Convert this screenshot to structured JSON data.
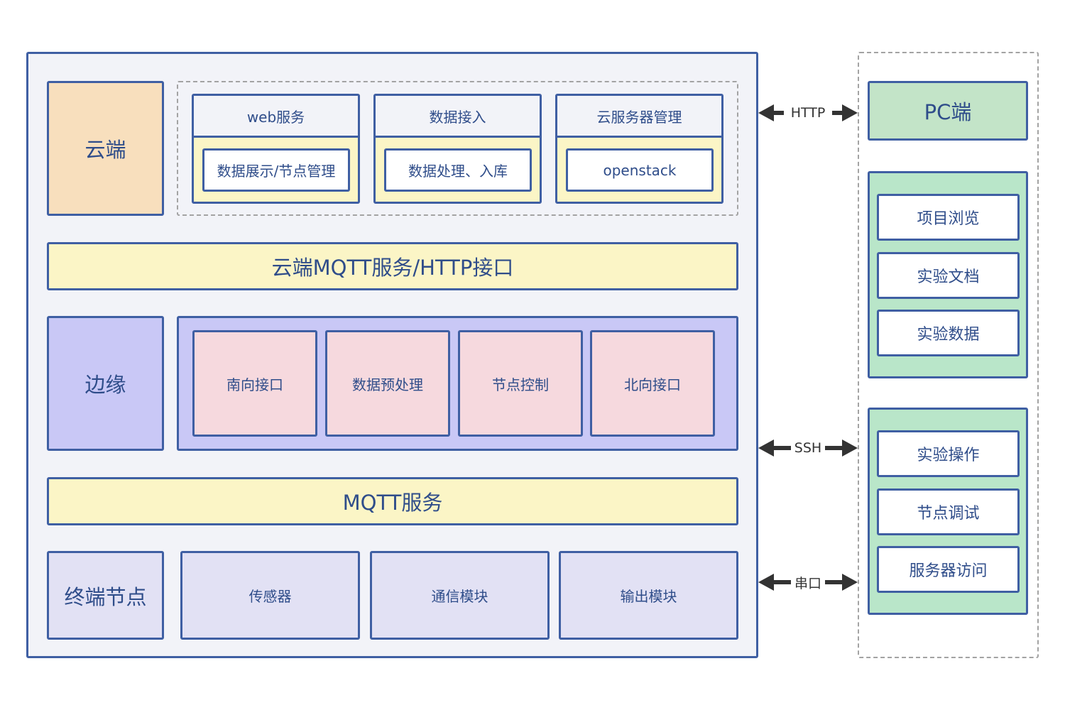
{
  "cloud": {
    "label": "云端",
    "modules": [
      {
        "title": "web服务",
        "item": "数据展示/节点管理"
      },
      {
        "title": "数据接入",
        "item": "数据处理、入库"
      },
      {
        "title": "云服务器管理",
        "item": "openstack"
      }
    ]
  },
  "cloud_bus": "云端MQTT服务/HTTP接口",
  "edge": {
    "label": "边缘",
    "items": [
      "南向接口",
      "数据预处理",
      "节点控制",
      "北向接口"
    ]
  },
  "mqtt_bus": "MQTT服务",
  "terminal": {
    "label": "终端节点",
    "items": [
      "传感器",
      "通信模块",
      "输出模块"
    ]
  },
  "links": {
    "http": "HTTP",
    "ssh": "SSH",
    "serial": "串口"
  },
  "pc": {
    "title": "PC端",
    "group1": [
      "项目浏览",
      "实验文档",
      "实验数据"
    ],
    "group2": [
      "实验操作",
      "节点调试",
      "服务器访问"
    ]
  },
  "colors": {
    "border": "#3f5fa3",
    "text": "#2f4d8a",
    "cloud": "#f8dfbd",
    "bus": "#fbf5c6",
    "edge": "#c9c8f6",
    "edge_item": "#f6d9de",
    "terminal": "#e2e1f4",
    "pc_group": "#b9e6c9",
    "pc_title": "#c3e4c8"
  }
}
